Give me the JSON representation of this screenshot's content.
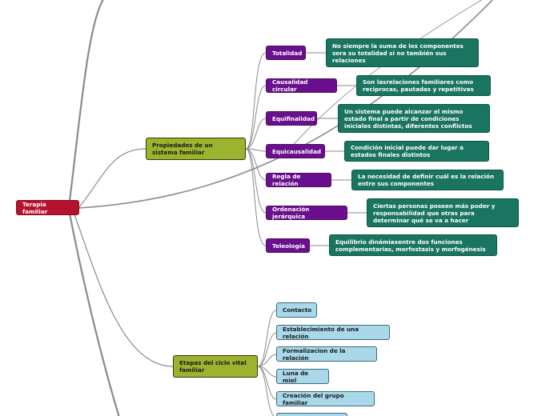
{
  "root": {
    "label": "Terapia familiar"
  },
  "branches": [
    {
      "label": "Propiedades de un sistema familiar",
      "children": [
        {
          "label": "Totalidad",
          "detail": "No siempre la suma de los componentes sera su totalidad si no también sus relaciones"
        },
        {
          "label": "Causalidad circular",
          "detail": "Son lasrelaciones familiares como reciprocas, pautadas y repetitivas"
        },
        {
          "label": "Equifinalidad",
          "detail": "Un sistema puede alcanzar el mismo estado final a partir de condiciones iniciales distintas, diferentes conflictos"
        },
        {
          "label": "Equicausalidad",
          "detail": "Condición inicial puede dar lugar a estados finales distintos"
        },
        {
          "label": "Regla de relación",
          "detail": "La necesidad de definir cuál es la relación entre sus componentes"
        },
        {
          "label": "Ordenación jerárquica",
          "detail": "Ciertas personas poseen más poder y responsabilidad que otras para determinar qué se va a hacer"
        },
        {
          "label": "Teleología",
          "detail": "Equilibrio dinámiaxentre dos funciones complementarias, morfostasis y morfogénesis"
        }
      ]
    },
    {
      "label": "Etapas del ciclo vital familiar",
      "children": [
        {
          "label": "Contacto"
        },
        {
          "label": "Establecimiento de una relación"
        },
        {
          "label": "Formalizacion de la relación"
        },
        {
          "label": "Luna de miel"
        },
        {
          "label": "Creación del grupo familiar"
        }
      ]
    }
  ],
  "colors": {
    "root": "#b5122e",
    "topic": "#9bb32d",
    "property": "#6a0f8e",
    "detail": "#1a7560",
    "stage": "#a8d8ea",
    "connector": "#8a8a92"
  }
}
